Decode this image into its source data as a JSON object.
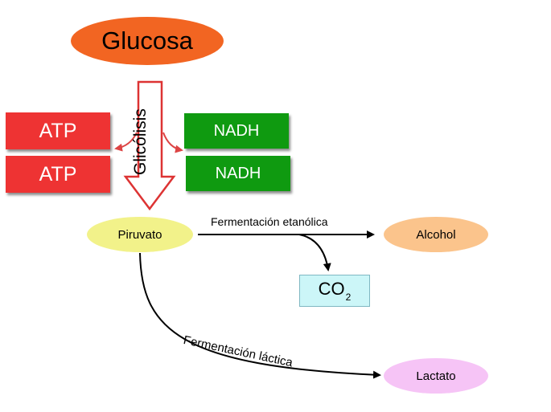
{
  "diagram": {
    "glucosa": "Glucosa",
    "glicolisis": "Glicólisis",
    "atp_top": "ATP",
    "atp_bottom": "ATP",
    "nadh_top": "NADH",
    "nadh_bottom": "NADH",
    "piruvato": "Piruvato",
    "fermentacion_etanolica": "Fermentación etanólica",
    "alcohol": "Alcohol",
    "co2_base": "CO",
    "co2_sub": "2",
    "fermentacion_lactica": "Fermentación láctica",
    "lactato": "Lactato"
  },
  "colors": {
    "glucosa": "#f26522",
    "atp": "#ee3333",
    "nadh": "#0f9a10",
    "piruvato": "#f2f28a",
    "alcohol": "#fbc48c",
    "lactato": "#f6c4f6",
    "co2": "#ccf6f8",
    "glicolisis_arrow": "#dd3333"
  }
}
